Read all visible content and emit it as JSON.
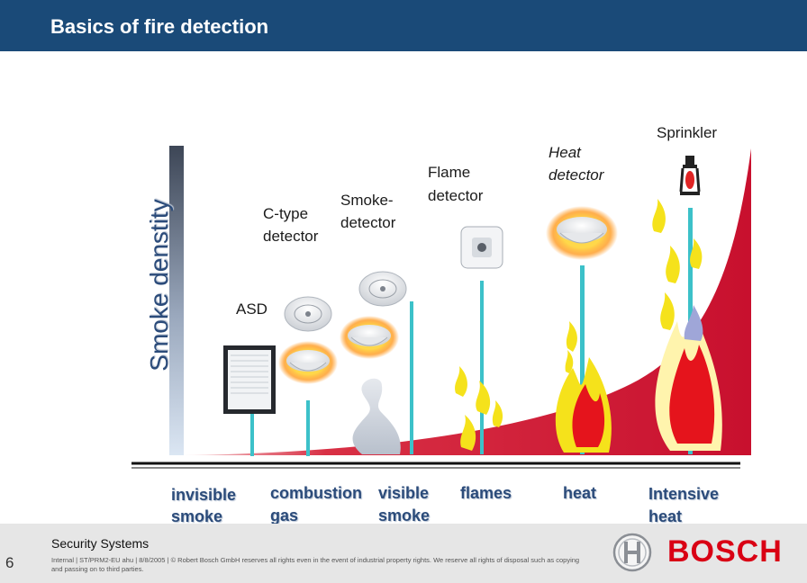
{
  "header": {
    "title": "Basics of fire detection"
  },
  "y_axis": {
    "label": "Smoke denstity"
  },
  "detectors": {
    "asd": "ASD",
    "ctype_line1": "C-type",
    "ctype_line2": "detector",
    "smoke_line1": "Smoke-",
    "smoke_line2": "detector",
    "flame_line1": "Flame",
    "flame_line2": "detector",
    "heat_line1": "Heat",
    "heat_line2": "detector",
    "sprinkler": "Sprinkler"
  },
  "stages": [
    {
      "line1": "invisible",
      "line2": "smoke"
    },
    {
      "line1": "combustion",
      "line2": "gas"
    },
    {
      "line1": "visible",
      "line2": "smoke"
    },
    {
      "line1": "flames",
      "line2": ""
    },
    {
      "line1": "heat",
      "line2": ""
    },
    {
      "line1": "Intensive",
      "line2": "heat"
    }
  ],
  "colors": {
    "header": "#1a4a78",
    "curve": "#d2122e",
    "marker": "#3cc1c9",
    "brand": "#d90014"
  },
  "footer": {
    "page_number": "6",
    "division": "Security Systems",
    "legal": "Internal | ST/PRM2-EU ahu | 8/8/2005 | © Robert Bosch GmbH reserves all rights even in the event of industrial property rights. We reserve all rights of disposal such as copying and passing on to third parties.",
    "brand": "BOSCH"
  }
}
